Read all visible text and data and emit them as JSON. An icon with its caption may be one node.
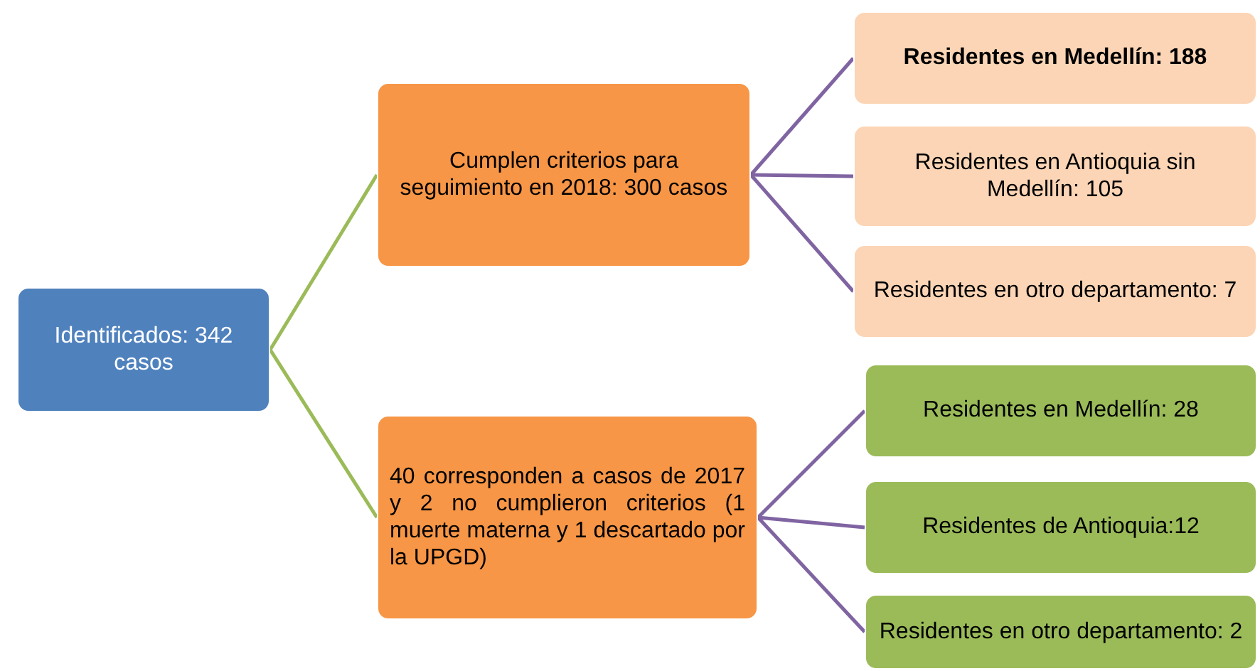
{
  "diagram": {
    "nodes": [
      {
        "text": [
          "Identificados: 342 casos"
        ]
      },
      {
        "text": [
          "Cumplen criterios para seguimiento en 2018: 300 casos"
        ]
      },
      {
        "text": [
          "40 corresponden a casos de 2017 y 2 no cumplieron criterios (1 muerte materna y 1 descartado por la UPGD)"
        ]
      },
      {
        "text": [
          "Residentes en Medellín: 188"
        ]
      },
      {
        "text": [
          "Residentes en Antioquia sin Medellín: 105"
        ]
      },
      {
        "text": [
          "Residentes en otro departamento: 7"
        ]
      },
      {
        "text": [
          "Residentes en Medellín: 28"
        ]
      },
      {
        "text": [
          "Residentes de Antioquia:12"
        ]
      },
      {
        "text": [
          "Residentes en otro departamento: 2"
        ]
      }
    ],
    "edges": [
      {
        "from": 0,
        "to": 1,
        "arrow": "none",
        "color": "#9bbb59"
      },
      {
        "from": 0,
        "to": 2,
        "arrow": "none",
        "color": "#9bbb59"
      },
      {
        "from": 1,
        "to": 3,
        "arrow": "none"
      },
      {
        "from": 1,
        "to": 4,
        "arrow": "none"
      },
      {
        "from": 1,
        "to": 5,
        "arrow": "none"
      },
      {
        "from": 2,
        "to": 6,
        "arrow": "none"
      },
      {
        "from": 2,
        "to": 7,
        "arrow": "none"
      },
      {
        "from": 2,
        "to": 8,
        "arrow": "none"
      }
    ]
  }
}
